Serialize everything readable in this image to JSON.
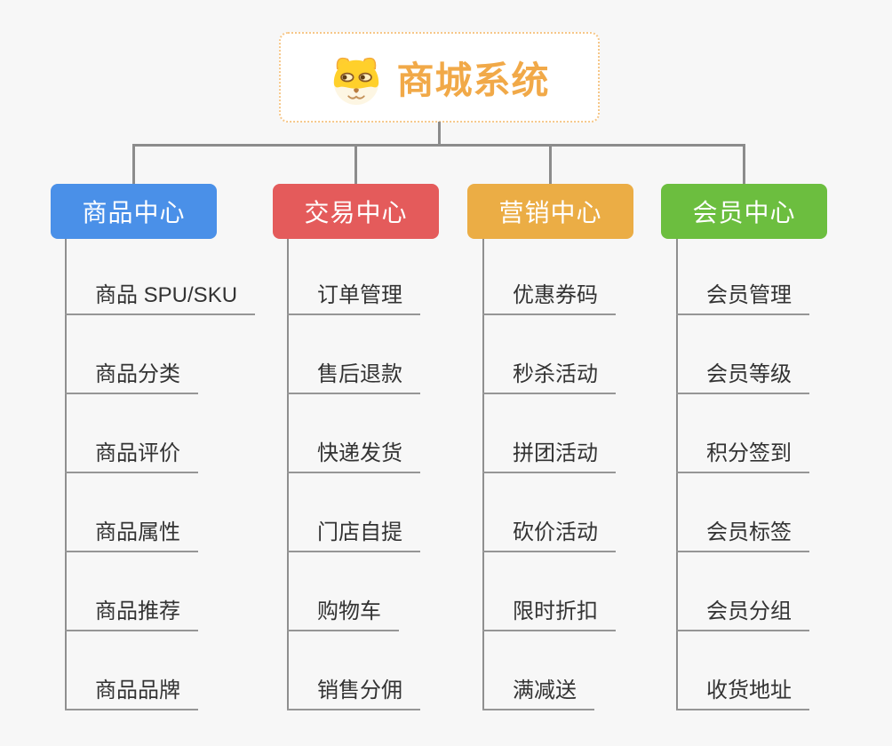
{
  "root": {
    "title": "商城系统",
    "icon": "dog-icon",
    "title_color": "#f1a948",
    "border_color": "#f6c789"
  },
  "connector_color": "#8c8c8c",
  "background_color": "#f7f7f7",
  "leaf_text_color": "#333333",
  "branches": [
    {
      "label": "商品中心",
      "color": "#4a90e8",
      "items": [
        "商品 SPU/SKU",
        "商品分类",
        "商品评价",
        "商品属性",
        "商品推荐",
        "商品品牌"
      ]
    },
    {
      "label": "交易中心",
      "color": "#e45b5b",
      "items": [
        "订单管理",
        "售后退款",
        "快递发货",
        "门店自提",
        "购物车",
        "销售分佣"
      ]
    },
    {
      "label": "营销中心",
      "color": "#ebad45",
      "items": [
        "优惠券码",
        "秒杀活动",
        "拼团活动",
        "砍价活动",
        "限时折扣",
        "满减送"
      ]
    },
    {
      "label": "会员中心",
      "color": "#6cbe3f",
      "items": [
        "会员管理",
        "会员等级",
        "积分签到",
        "会员标签",
        "会员分组",
        "收货地址"
      ]
    }
  ]
}
